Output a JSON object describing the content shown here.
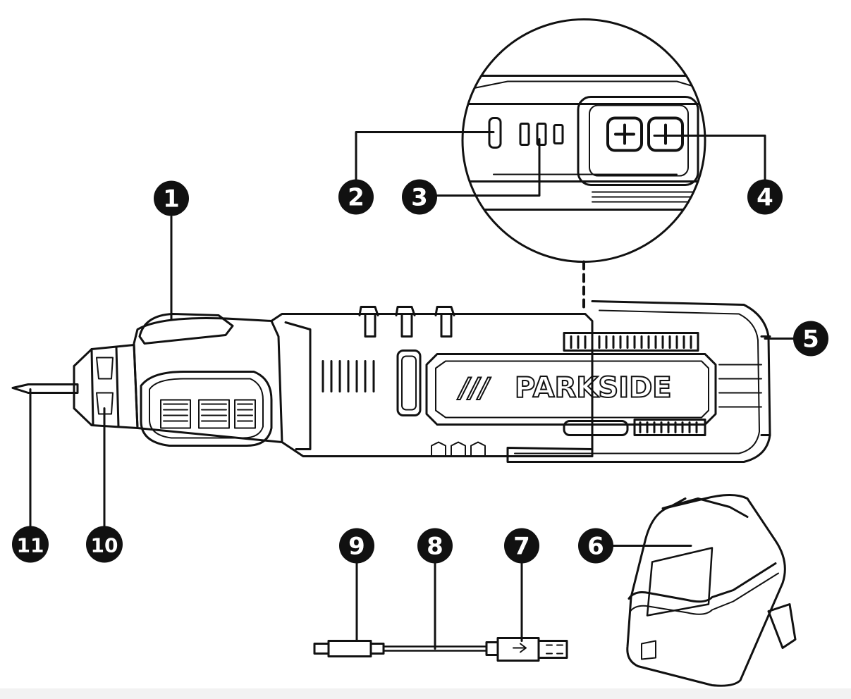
{
  "brand": {
    "logo_text": "PARKSIDE",
    "logo_slashes": "///"
  },
  "callouts": [
    {
      "number": "1",
      "name": "callout-1"
    },
    {
      "number": "2",
      "name": "callout-2"
    },
    {
      "number": "3",
      "name": "callout-3"
    },
    {
      "number": "4",
      "name": "callout-4"
    },
    {
      "number": "5",
      "name": "callout-5"
    },
    {
      "number": "6",
      "name": "callout-6"
    },
    {
      "number": "7",
      "name": "callout-7"
    },
    {
      "number": "8",
      "name": "callout-8"
    },
    {
      "number": "9",
      "name": "callout-9"
    },
    {
      "number": "10",
      "name": "callout-10"
    },
    {
      "number": "11",
      "name": "callout-11"
    }
  ],
  "colors": {
    "line": "#111111",
    "background": "#ffffff"
  }
}
